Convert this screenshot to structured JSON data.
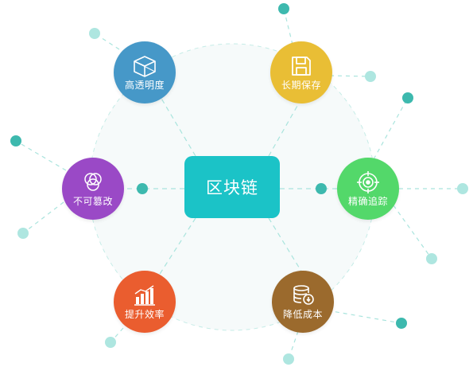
{
  "center": {
    "label": "区块链"
  },
  "nodes": [
    {
      "id": "transparency",
      "label": "高透明度",
      "icon": "cube-icon",
      "color": "#4698c8"
    },
    {
      "id": "storage",
      "label": "长期保存",
      "icon": "floppy-disk-icon",
      "color": "#e9be35"
    },
    {
      "id": "tracking",
      "label": "精确追踪",
      "icon": "target-icon",
      "color": "#53d86a"
    },
    {
      "id": "cost",
      "label": "降低成本",
      "icon": "coin-stack-icon",
      "color": "#9b6a2d"
    },
    {
      "id": "efficiency",
      "label": "提升效率",
      "icon": "bar-chart-icon",
      "color": "#ea5d2f"
    },
    {
      "id": "immutable",
      "label": "不可篡改",
      "icon": "circles-icon",
      "color": "#9a49c6"
    }
  ],
  "colors": {
    "connector_dark": "#3db9ae",
    "connector_light": "#aee6e0",
    "hexagon_fill": "#f5fafa",
    "dashed_line": "#a9e4dd"
  }
}
